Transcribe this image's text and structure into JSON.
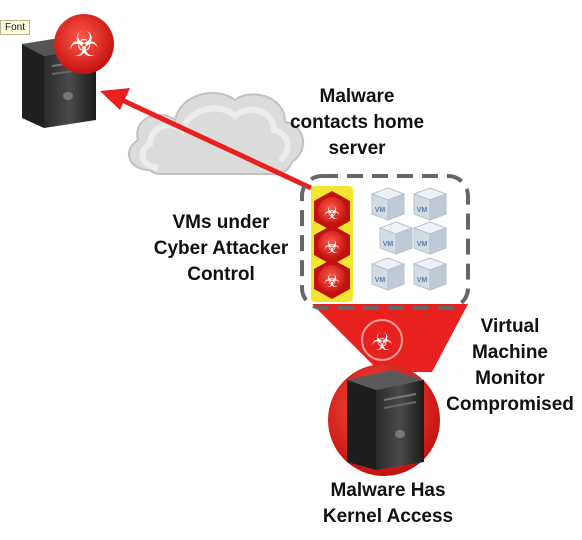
{
  "tooltip": "Font",
  "labels": {
    "home_server": [
      "Malware",
      "contacts home",
      "server"
    ],
    "vms_control": [
      "VMs under",
      "Cyber Attacker",
      "Control"
    ],
    "vmm": [
      "Virtual",
      "Machine",
      "Monitor",
      "Compromised"
    ],
    "kernel": [
      "Malware Has",
      "Kernel Access"
    ]
  },
  "vm_label": "VM",
  "colors": {
    "danger": "#e8201e",
    "highlight": "#f4e531",
    "dashed": "#666666"
  }
}
